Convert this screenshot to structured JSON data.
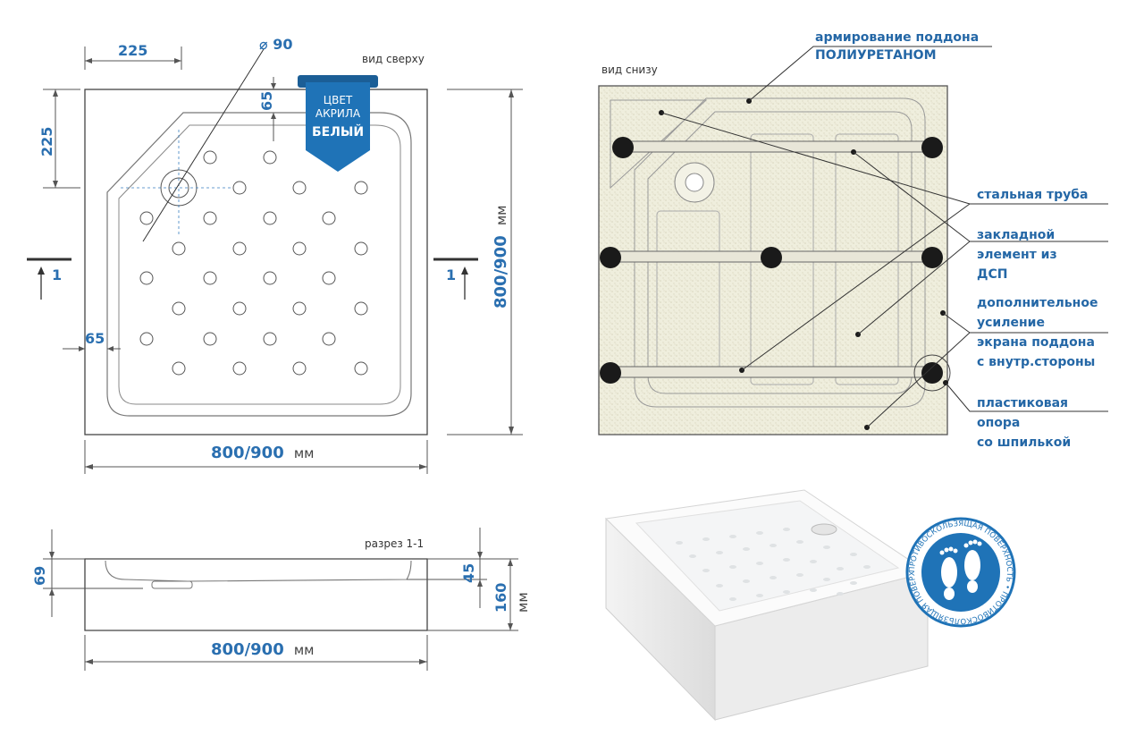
{
  "top_view": {
    "view_label": "вид сверху",
    "dim_left_offset": "225",
    "dim_top_offset": "225",
    "dim_drain_diameter": "⌀ 90",
    "dim_rim_top": "65",
    "dim_rim_left": "65",
    "dim_height_value": "800/900",
    "dim_height_unit": "мм",
    "dim_width_value": "800/900",
    "dim_width_unit": "мм",
    "section_mark_left": "1",
    "section_mark_right": "1"
  },
  "color_badge": {
    "line1": "ЦВЕТ",
    "line2": "АКРИЛА",
    "line3": "БЕЛЫЙ",
    "color": "#1f73b7"
  },
  "section_view": {
    "view_label": "разрез 1-1",
    "dim_69": "69",
    "dim_45": "45",
    "dim_160": "160",
    "dim_160_unit": "мм",
    "dim_width_value": "800/900",
    "dim_width_unit": "мм"
  },
  "bottom_view": {
    "view_label": "вид снизу",
    "callout_reinforce_1": "армирование поддона",
    "callout_reinforce_2": "ПОЛИУРЕТАНОМ",
    "callout_steel": "стальная труба",
    "callout_insert_1": "закладной",
    "callout_insert_2": "элемент из",
    "callout_insert_3": "ДСП",
    "callout_extra_1": "дополнительное",
    "callout_extra_2": "усиление",
    "callout_extra_3": "экрана поддона",
    "callout_extra_4": "с внутр.стороны",
    "callout_support_1": "пластиковая",
    "callout_support_2": "опора",
    "callout_support_3": "со шпилькой"
  },
  "antislip_badge": {
    "ring_text": "ПРОТИВОСКОЛЬЗЯЩАЯ ПОВЕРХНОСТЬ • ПРОТИВОСКОЛЬЗЯЩАЯ ПОВЕРХНОСТЬ •",
    "icon": "footprints-icon",
    "color": "#1f73b7"
  },
  "accent_color": "#2a6fb0"
}
